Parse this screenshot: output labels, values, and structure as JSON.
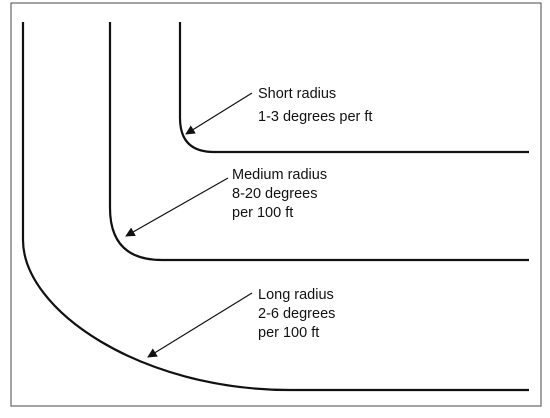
{
  "diagram": {
    "short": {
      "name": "Short radius",
      "rate": "1-3 degrees per ft"
    },
    "medium": {
      "name": "Medium radius",
      "rate_line1": "8-20 degrees",
      "rate_line2": "per 100 ft"
    },
    "long": {
      "name": "Long radius",
      "rate_line1": "2-6 degrees",
      "rate_line2": "per 100 ft"
    },
    "colors": {
      "stroke": "#111111",
      "border": "#666666",
      "background": "#ffffff"
    }
  }
}
